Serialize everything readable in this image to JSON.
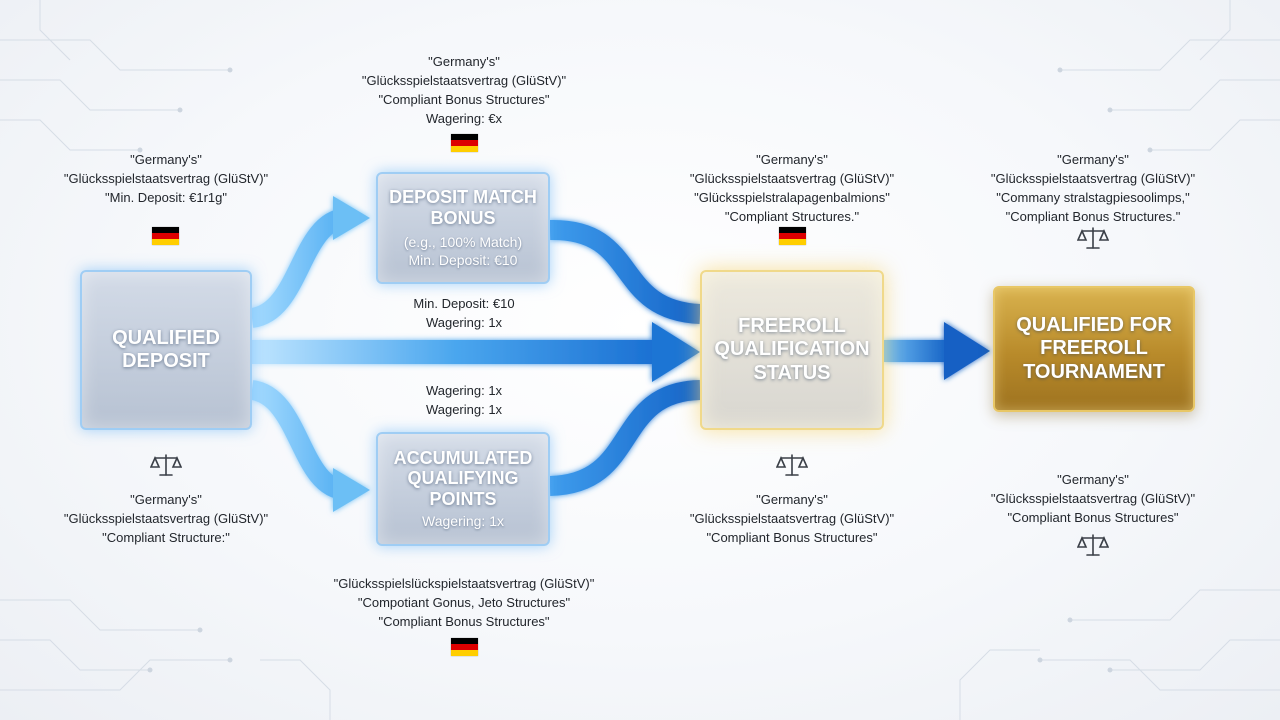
{
  "boxes": {
    "qualified_deposit": {
      "title": "QUALIFIED DEPOSIT"
    },
    "deposit_match": {
      "title": "DEPOSIT MATCH BONUS",
      "sub1": "(e.g., 100% Match)",
      "sub2": "Min. Deposit: €10"
    },
    "accumulated": {
      "title": "ACCUMULATED QUALIFYING POINTS",
      "sub1": "Wagering: 1x"
    },
    "freeroll_status": {
      "title": "FREEROLL QUALIFICATION STATUS"
    },
    "qualified_tournament": {
      "title": "QUALIFIED FOR FREEROLL TOURNAMENT"
    }
  },
  "mid_labels": {
    "upper": [
      "Min. Deposit: €10",
      "Wagering: 1x"
    ],
    "lower": [
      "Wagering: 1x",
      "Wagering: 1x"
    ]
  },
  "notes": {
    "top_center": [
      "\"Germany's\"",
      "\"Glücksspielstaatsvertrag (GlüStV)\"",
      "\"Compliant Bonus Structures\"",
      "Wagering: €x"
    ],
    "left_upper": [
      "\"Germany's\"",
      "\"Glücksspielstaatsvertrag (GlüStV)\"",
      "\"Min. Deposit: €1r1g\""
    ],
    "left_lower": [
      "\"Germany's\"",
      "\"Glücksspielstaatsvertrag (GlüStV)\"",
      "\"Compliant Structure:\""
    ],
    "center_right_upper": [
      "\"Germany's\"",
      "\"Glücksspielstaatsvertrag (GlüStV)\"",
      "\"Glücksspielstralapagenbalmions\"",
      "\"Compliant Structures.\""
    ],
    "center_right_lower": [
      "\"Germany's\"",
      "\"Glücksspielstaatsvertrag (GlüStV)\"",
      "\"Compliant Bonus Structures\""
    ],
    "right_upper": [
      "\"Germany's\"",
      "\"Glücksspielstaatsvertrag (GlüStV)\"",
      "\"Commany stralstagpiesoolimps,\"",
      "\"Compliant Bonus Structures.\""
    ],
    "right_lower": [
      "\"Germany's\"",
      "\"Glücksspielstaatsvertrag (GlüStV)\"",
      "\"Compliant Bonus Structures\""
    ],
    "bottom_center": [
      "\"Glücksspielslückspielstaatsvertrag (GlüStV)\"",
      "\"Compotiant Gonus, Jeto Structures\"",
      "\"Compliant Bonus Structures\""
    ]
  },
  "icons": {
    "flag": "german-flag-icon",
    "scales": "scales-of-justice-icon"
  },
  "colors": {
    "arrow_light": "#8fd0fb",
    "arrow_mid": "#3d9be9",
    "arrow_dark": "#1463c7",
    "gold": "#c49a35",
    "box_border": "#9fcdf4"
  }
}
